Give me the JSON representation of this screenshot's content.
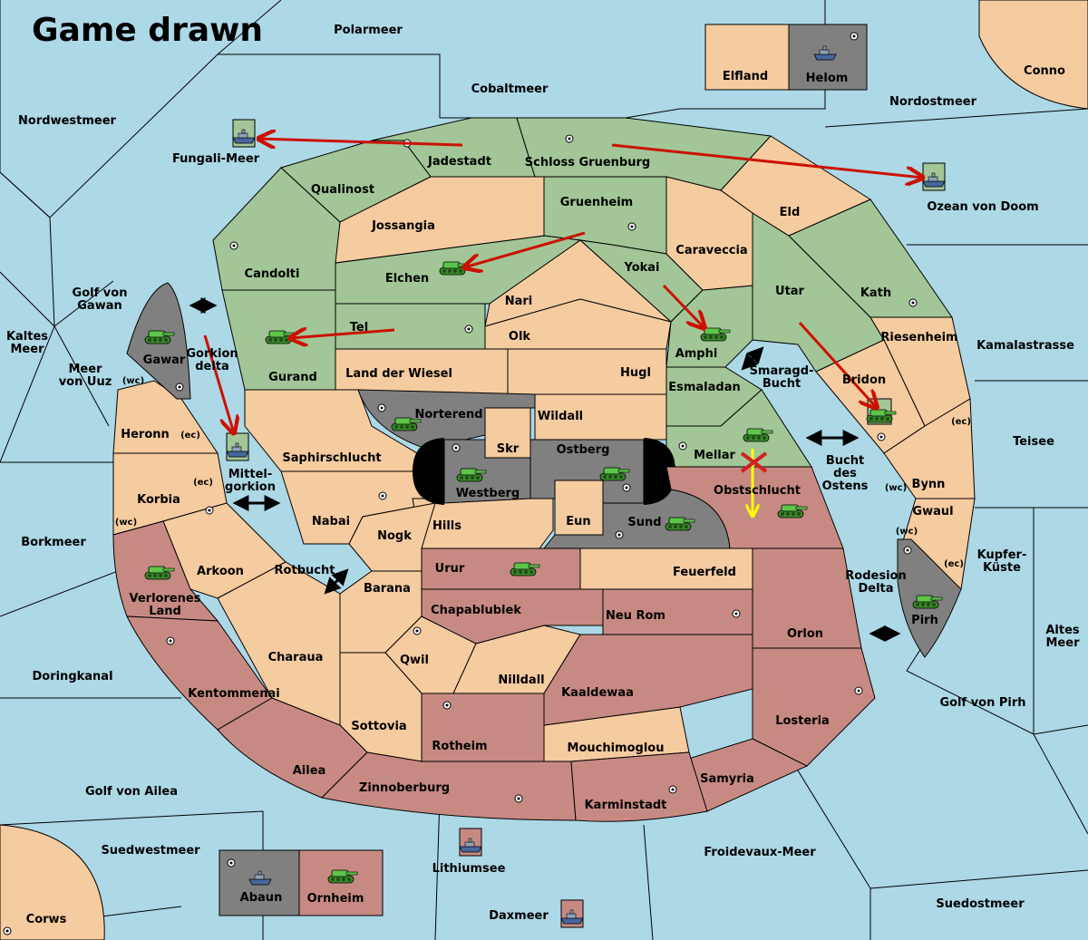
{
  "title": "Game drawn",
  "colors": {
    "sea": "#add8e6",
    "neutral": "#f5cba0",
    "green": "#a2c697",
    "red": "#c78a83",
    "gray": "#808080",
    "border": "#000000",
    "order_arrow": "#cc1100",
    "failed_order": "#ffff00"
  },
  "sea_labels": {
    "polarmeer": "Polarmeer",
    "nordwestmeer": "Nordwestmeer",
    "cobaltmeer": "Cobaltmeer",
    "nordostmeer": "Nordostmeer",
    "conno": "Conno",
    "elfland": "Elfland",
    "helom": "Helom",
    "fungali": "Fungali-Meer",
    "ozean": "Ozean von Doom",
    "golf_gawan": "Golf von\nGawan",
    "kaltes": "Kaltes\nMeer",
    "meer_uuz": "Meer\nvon Uuz",
    "gorkion": "Gorkion\ndelta",
    "mittelgorkion": "Mittel-\ngorkion",
    "rotbucht": "Rotbucht",
    "smaragd": "Smaragd-\nBucht",
    "bucht_ostens": "Bucht\ndes\nOstens",
    "kamalastrasse": "Kamalastrasse",
    "teisee": "Teisee",
    "kupfer": "Kupfer-\nKüste",
    "altes": "Altes\nMeer",
    "rodesion": "Rodesion\nDelta",
    "borkmeer": "Borkmeer",
    "doringkanal": "Doringkanal",
    "golf_pirh": "Golf von Pirh",
    "golf_ailea": "Golf von Ailea",
    "suedwestmeer": "Suedwestmeer",
    "lithiumsee": "Lithiumsee",
    "froidevaux": "Froidevaux-Meer",
    "daxmeer": "Daxmeer",
    "suedostmeer": "Suedostmeer",
    "corws": "Corws"
  },
  "land_labels": {
    "jadestadt": "Jadestadt",
    "schloss": "Schloss Gruenburg",
    "qualinost": "Qualinost",
    "eld": "Eld",
    "jossangia": "Jossangia",
    "gruenheim": "Gruenheim",
    "caraveccia": "Caraveccia",
    "candolti": "Candolti",
    "elchen": "Elchen",
    "yokai": "Yokai",
    "utar": "Utar",
    "kath": "Kath",
    "nari": "Nari",
    "tel": "Tel",
    "olk": "Olk",
    "amphi": "Amphi",
    "riesenheim": "Riesenheim",
    "gurand": "Gurand",
    "wiesel": "Land der Wiesel",
    "hugl": "Hugl",
    "esmaladan": "Esmaladan",
    "bridon": "Bridon",
    "gawar": "Gawar",
    "norterend": "Norterend",
    "wildall": "Wildall",
    "heronn": "Heronn",
    "saphir": "Saphirschlucht",
    "skr": "Skr",
    "ostberg": "Ostberg",
    "mellar": "Mellar",
    "westberg": "Westberg",
    "obstschlucht": "Obstschlucht",
    "bynn": "Bynn",
    "korbia": "Korbia",
    "nabai": "Nabai",
    "hills": "Hills",
    "eun": "Eun",
    "sund": "Sund",
    "gwaul": "Gwaul",
    "nogk": "Nogk",
    "arkoon": "Arkoon",
    "urur": "Urur",
    "feuerfeld": "Feuerfeld",
    "verlorenes": "Verlorenes\nLand",
    "barana": "Barana",
    "pirh": "Pirh",
    "chapablublek": "Chapablublek",
    "neurom": "Neu Rom",
    "orlon": "Orlon",
    "charaua": "Charaua",
    "qwil": "Qwil",
    "nilldall": "Nilldall",
    "kentommenai": "Kentommenai",
    "kaaldewaa": "Kaaldewaa",
    "losteria": "Losteria",
    "sottovia": "Sottovia",
    "rotheim": "Rotheim",
    "mouchimoglou": "Mouchimoglou",
    "ailea": "Ailea",
    "samyria": "Samyria",
    "zinnoberburg": "Zinnoberburg",
    "karminstadt": "Karminstadt",
    "abaun": "Abaun",
    "ornheim": "Ornheim"
  },
  "coast_markers": {
    "wc1": "(wc)",
    "ec1": "(ec)",
    "ec2": "(ec)",
    "wc2": "(wc)",
    "ec3": "(ec)",
    "wc3": "(wc)",
    "wc4": "(wc)",
    "ec4": "(ec)"
  },
  "icons": {
    "army": "tank-icon",
    "fleet": "battleship-icon",
    "supply_center": "supply-center-dot-icon",
    "failed_move": "red-x-icon",
    "adjacency": "double-arrow-icon"
  }
}
